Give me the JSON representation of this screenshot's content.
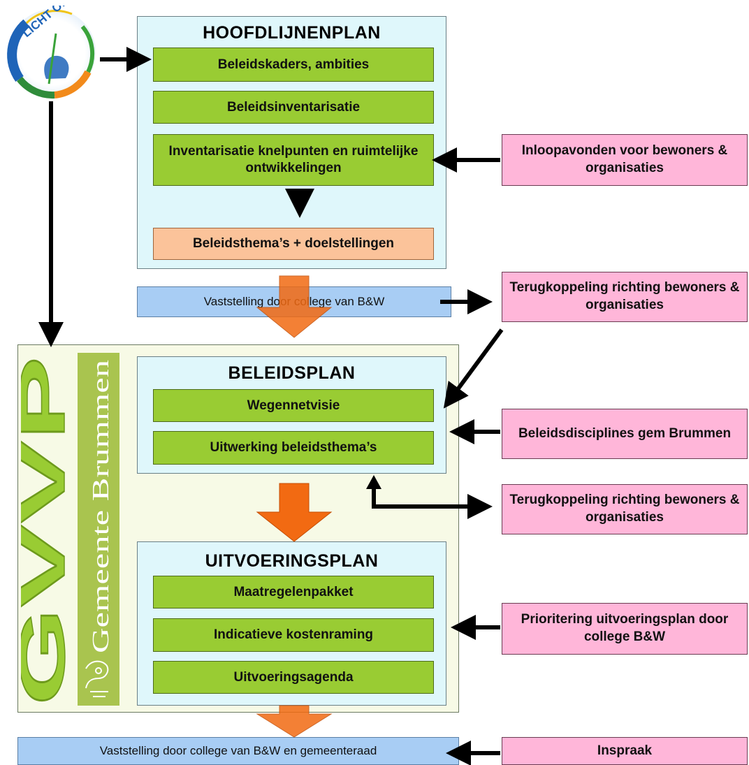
{
  "logo": {
    "text": "LICHT OP GROEN",
    "colors": {
      "ring_blue": "#1f64b8",
      "ring_green": "#3aa33a",
      "ring_orange": "#f28a1b"
    }
  },
  "hoofdlijnenplan": {
    "title": "HOOFDLIJNENPLAN",
    "items": [
      {
        "label": "Beleidskaders, ambities"
      },
      {
        "label": "Beleidsinventarisatie"
      },
      {
        "label": "Inventarisatie knelpunten en ruimtelijke ontwikkelingen"
      }
    ],
    "result": "Beleidsthema’s + doelstellingen"
  },
  "vaststelling_1": "Vaststelling door college van B&W",
  "gvvp": {
    "letters": "GVVP",
    "gemeente": "Gemeente Brummen"
  },
  "beleidsplan": {
    "title": "BELEIDSPLAN",
    "items": [
      {
        "label": "Wegennetvisie"
      },
      {
        "label": "Uitwerking beleidsthema’s"
      }
    ]
  },
  "uitvoeringsplan": {
    "title": "UITVOERINGSPLAN",
    "items": [
      {
        "label": "Maatregelenpakket"
      },
      {
        "label": "Indicatieve kostenraming"
      },
      {
        "label": "Uitvoeringsagenda"
      }
    ]
  },
  "vaststelling_2": "Vaststelling door college van B&W en gemeenteraad",
  "side_boxes": [
    {
      "label": "Inloopavonden voor bewoners & organisaties"
    },
    {
      "label": "Terugkoppeling richting bewoners & organisaties"
    },
    {
      "label": "Beleidsdisciplines gem Brummen"
    },
    {
      "label": "Terugkoppeling richting bewoners & organisaties"
    },
    {
      "label": "Prioritering uitvoeringsplan door college B&W"
    },
    {
      "label": "Inspraak"
    }
  ],
  "colors": {
    "green_box": "#99cc33",
    "orange_box": "#fbc39a",
    "pink_box": "#ffb6d9",
    "blue_box": "#a8cdf4",
    "cyan_panel": "#dff7fb",
    "big_arrow": "#f26a12",
    "gvvp_green": "#99cc33"
  }
}
